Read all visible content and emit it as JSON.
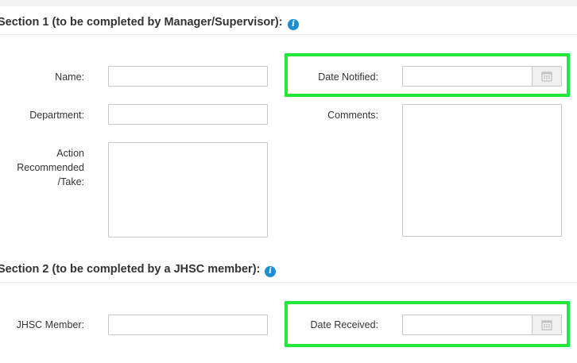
{
  "section1": {
    "title": "Section 1 (to be completed by Manager/Supervisor):",
    "info_icon_glyph": "i",
    "fields": {
      "name_label": "Name:",
      "name_value": "",
      "department_label": "Department:",
      "department_value": "",
      "action_label_lines": [
        "Action",
        "Recommended",
        "/Take:"
      ],
      "action_value": "",
      "date_notified_label": "Date Notified:",
      "date_notified_value": "",
      "comments_label": "Comments:",
      "comments_value": ""
    }
  },
  "section2": {
    "title": "Section 2 (to be completed by a JHSC member):",
    "info_icon_glyph": "i",
    "fields": {
      "jhsc_member_label": "JHSC Member:",
      "jhsc_member_value": "",
      "date_received_label": "Date Received:",
      "date_received_value": ""
    }
  },
  "icons": {
    "info": "info-icon",
    "calendar": "calendar-icon"
  },
  "colors": {
    "highlight": "#22e83a",
    "info_icon": "#1a8fd6",
    "input_border": "#c9c9c9"
  }
}
